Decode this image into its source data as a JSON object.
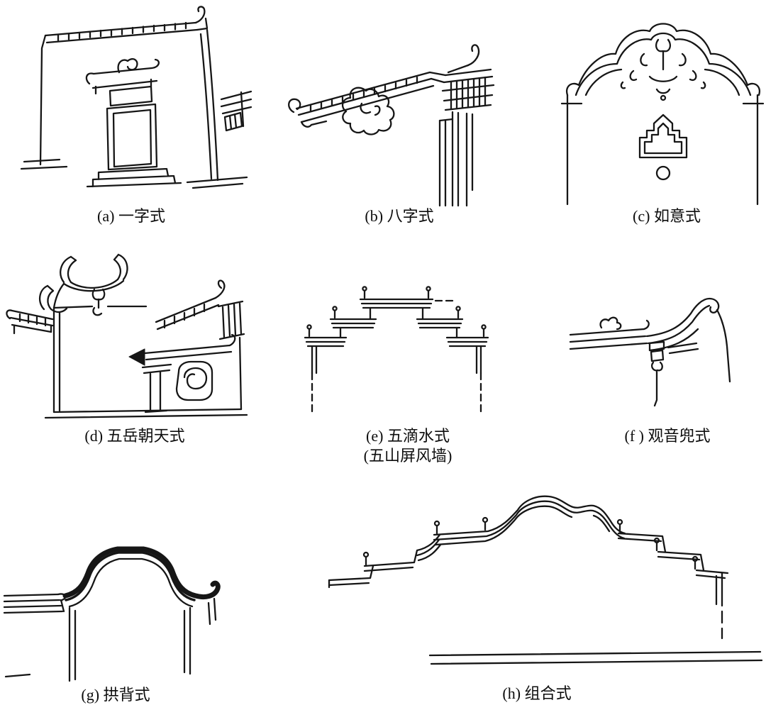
{
  "page": {
    "background_color": "#ffffff",
    "ink_color": "#161616",
    "description_visible_text_only": true
  },
  "figures": [
    {
      "id": "a",
      "label": "(a) 一字式"
    },
    {
      "id": "b",
      "label": "(b) 八字式"
    },
    {
      "id": "c",
      "label": "(c) 如意式"
    },
    {
      "id": "d",
      "label": "(d) 五岳朝天式"
    },
    {
      "id": "e",
      "label": "(e) 五滴水式",
      "sublabel": "(五山屏风墙)"
    },
    {
      "id": "f",
      "label": "(f ) 观音兜式"
    },
    {
      "id": "g",
      "label": "(g) 拱背式"
    },
    {
      "id": "h",
      "label": "(h) 组合式"
    }
  ]
}
